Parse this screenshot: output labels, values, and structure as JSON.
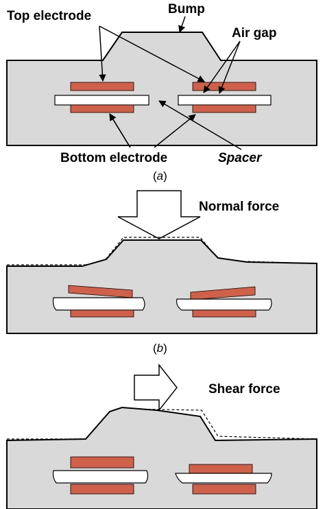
{
  "labels": {
    "top_electrode": "Top electrode",
    "bump": "Bump",
    "air_gap": "Air gap",
    "bottom_electrode": "Bottom electrode",
    "spacer": "Spacer",
    "normal_force": "Normal force",
    "shear_force": "Shear force"
  },
  "captions": {
    "a": {
      "open": "(",
      "letter": "a",
      "close": ")"
    },
    "b": {
      "open": "(",
      "letter": "b",
      "close": ")"
    }
  },
  "colors": {
    "body_fill": "#d9d9d9",
    "electrode": "#d0604a",
    "spacer_fill": "#ffffff",
    "outline": "#000000",
    "force_arrow_fill": "#ffffff"
  }
}
